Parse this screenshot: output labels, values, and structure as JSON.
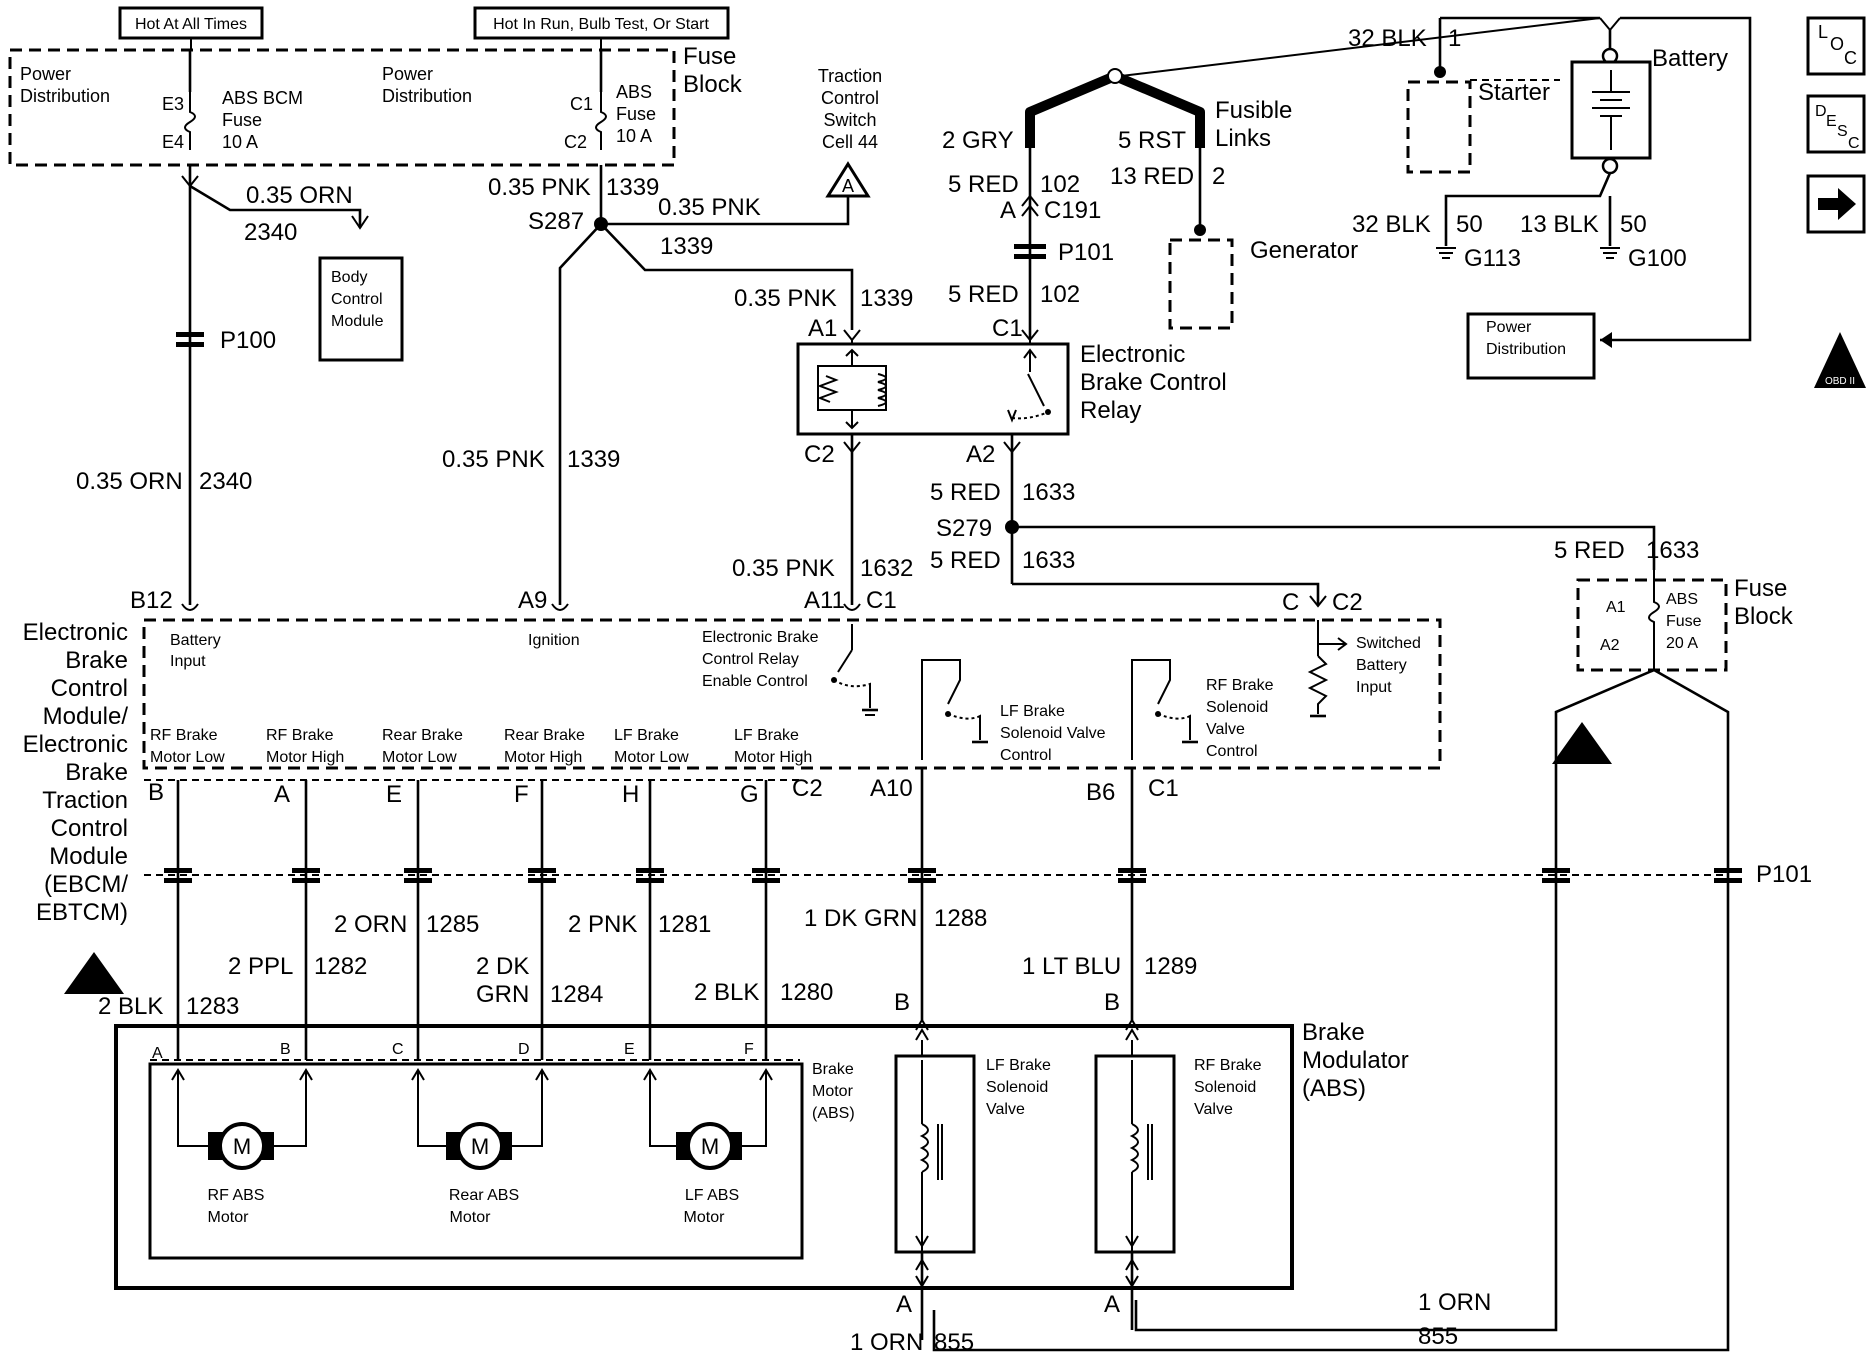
{
  "power_sources": {
    "hot_at_all_times": "Hot At All Times",
    "hot_in_run": "Hot In Run, Bulb Test, Or Start"
  },
  "fuse_block_top": {
    "title_1": "Fuse",
    "title_2": "Block",
    "power_distribution_1": "Power",
    "power_distribution_2": "Distribution",
    "abs_bcm_fuse_name_1": "ABS BCM",
    "abs_bcm_fuse_name_2": "Fuse",
    "abs_bcm_fuse_rating": "10 A",
    "abs_fuse_name_1": "ABS",
    "abs_fuse_name_2": "Fuse",
    "abs_fuse_rating": "10 A",
    "pin_e3": "E3",
    "pin_e4": "E4",
    "pin_c1": "C1",
    "pin_c2": "C2"
  },
  "traction_switch": {
    "line1": "Traction",
    "line2": "Control",
    "line3": "Switch",
    "line4": "Cell 44",
    "ref": "A"
  },
  "body_control_module": {
    "line1": "Body",
    "line2": "Control",
    "line3": "Module"
  },
  "power_distribution_box": {
    "line1": "Power",
    "line2": "Distribution"
  },
  "battery": {
    "label": "Battery"
  },
  "starter": {
    "label": "Starter"
  },
  "generator": {
    "label": "Generator"
  },
  "fusible_links": {
    "line1": "Fusible",
    "line2": "Links"
  },
  "relay": {
    "line1": "Electronic",
    "line2": "Brake Control",
    "line3": "Relay",
    "pin_a1": "A1",
    "pin_c1": "C1",
    "pin_c2": "C2",
    "pin_a2": "A2"
  },
  "nav_icons": {
    "loc": "LOC",
    "desc": "DESC",
    "obd": "OBD II"
  },
  "wires": {
    "w_032blk_size": "32 BLK",
    "w_032blk_circ": "1",
    "w_2gry": "2 GRY",
    "w_5rst": "5 RST",
    "w_5red_102_size": "5 RED",
    "w_5red_102_circ": "102",
    "w_13red_size": "13 RED",
    "w_13red_circ": "2",
    "w_32blk50_size": "32 BLK",
    "w_32blk50_circ": "50",
    "w_13blk50_size": "13 BLK",
    "w_13blk50_circ": "50",
    "w_orn2340_size": "0.35 ORN",
    "w_orn2340_circ": "2340",
    "w_pnk1339_size": "0.35 PNK",
    "w_pnk1339_circ": "1339",
    "w_pnk1632_size": "0.35 PNK",
    "w_pnk1632_circ": "1632",
    "w_red1633_size": "5 RED",
    "w_red1633_circ": "1633",
    "w_blk1283_size": "2 BLK",
    "w_blk1283_circ": "1283",
    "w_ppl1282_size": "2 PPL",
    "w_ppl1282_circ": "1282",
    "w_orn1285_size": "2 ORN",
    "w_orn1285_circ": "1285",
    "w_dkgrn1284_size_1": "2 DK",
    "w_dkgrn1284_size_2": "GRN",
    "w_dkgrn1284_circ": "1284",
    "w_pnk1281_size": "2 PNK",
    "w_pnk1281_circ": "1281",
    "w_blk1280_size": "2 BLK",
    "w_blk1280_circ": "1280",
    "w_dkgrn1288_size": "1 DK GRN",
    "w_dkgrn1288_circ": "1288",
    "w_ltblu1289_size": "1 LT BLU",
    "w_ltblu1289_circ": "1289",
    "w_orn855_size": "1 ORN",
    "w_orn855_circ": "855"
  },
  "connectors": {
    "a": "A",
    "c191": "C191",
    "p101": "P101",
    "p100": "P100",
    "s287": "S287",
    "s279": "S279",
    "g113": "G113",
    "g100": "G100",
    "c": "C",
    "c2": "C2",
    "c1": "C1"
  },
  "ebcm": {
    "title": [
      "Electronic",
      "Brake",
      "Control",
      "Module/",
      "Electronic",
      "Brake",
      "Traction",
      "Control",
      "Module",
      "(EBCM/",
      "EBTCM)"
    ],
    "pin_b12": "B12",
    "pin_a9": "A9",
    "pin_a11": "A11",
    "pin_c1": "C1",
    "battery_input_1": "Battery",
    "battery_input_2": "Input",
    "ignition": "Ignition",
    "relay_enable_1": "Electronic Brake",
    "relay_enable_2": "Control Relay",
    "relay_enable_3": "Enable Control",
    "switched_battery_1": "Switched",
    "switched_battery_2": "Battery",
    "switched_battery_3": "Input",
    "lf_valve_1": "LF Brake",
    "lf_valve_2": "Solenoid Valve",
    "lf_valve_3": "Control",
    "rf_valve_1": "RF Brake",
    "rf_valve_2": "Solenoid",
    "rf_valve_3": "Valve",
    "rf_valve_4": "Control",
    "motor_labels": [
      {
        "l1": "RF Brake",
        "l2": "Motor Low",
        "pin": "B"
      },
      {
        "l1": "RF Brake",
        "l2": "Motor High",
        "pin": "A"
      },
      {
        "l1": "Rear Brake",
        "l2": "Motor Low",
        "pin": "E"
      },
      {
        "l1": "Rear Brake",
        "l2": "Motor High",
        "pin": "F"
      },
      {
        "l1": "LF Brake",
        "l2": "Motor Low",
        "pin": "H"
      },
      {
        "l1": "LF Brake",
        "l2": "Motor High",
        "pin": "G"
      }
    ],
    "pin_c2": "C2",
    "pin_a10": "A10",
    "pin_b6": "B6",
    "pin_c1b": "C1"
  },
  "fuse_block_right": {
    "title_1": "Fuse",
    "title_2": "Block",
    "fuse_name_1": "ABS",
    "fuse_name_2": "Fuse",
    "fuse_rating": "20 A",
    "pin_a1": "A1",
    "pin_a2": "A2"
  },
  "modulator": {
    "title_1": "Brake",
    "title_2": "Modulator",
    "title_3": "(ABS)",
    "motor_group_1": "Brake",
    "motor_group_2": "Motor",
    "motor_group_3": "(ABS)",
    "pins": [
      "A",
      "B",
      "C",
      "D",
      "E",
      "F"
    ],
    "motor_symbol": "M",
    "rf_motor_1": "RF ABS",
    "rf_motor_2": "Motor",
    "rear_motor_1": "Rear ABS",
    "rear_motor_2": "Motor",
    "lf_motor_1": "LF ABS",
    "lf_motor_2": "Motor",
    "lf_valve_1": "LF Brake",
    "lf_valve_2": "Solenoid",
    "lf_valve_3": "Valve",
    "rf_valve_1": "RF Brake",
    "rf_valve_2": "Solenoid",
    "rf_valve_3": "Valve",
    "pin_b": "B",
    "pin_a": "A"
  }
}
